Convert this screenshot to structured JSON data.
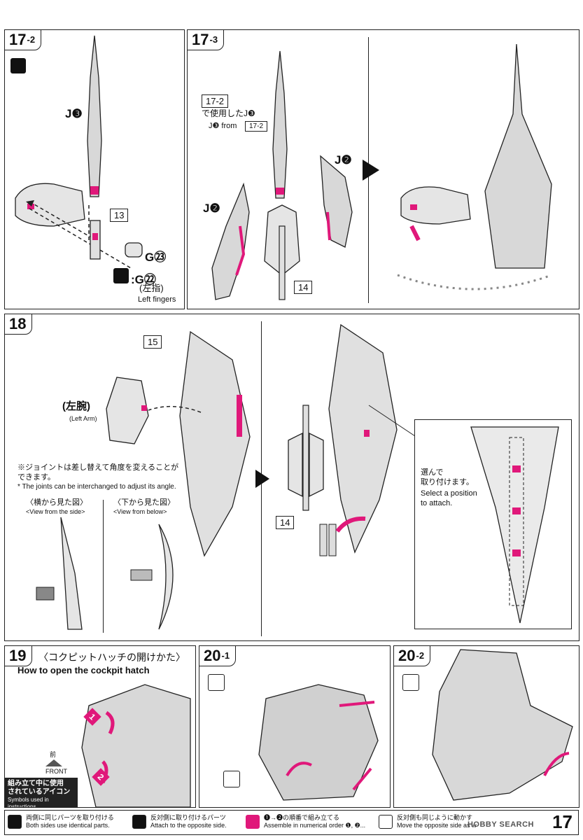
{
  "steps": {
    "s17_2": {
      "num": "17",
      "sub": "-2"
    },
    "s17_3": {
      "num": "17",
      "sub": "-3"
    },
    "s18": {
      "num": "18"
    },
    "s19": {
      "num": "19"
    },
    "s20_1": {
      "num": "20",
      "sub": "-1"
    },
    "s20_2": {
      "num": "20",
      "sub": "-2"
    }
  },
  "panel17_2": {
    "part_j3": "J❸",
    "box13": "13",
    "part_g23": "G㉓",
    "part_g22": ":G㉒",
    "left_finger_jp": "(左指)",
    "left_finger_en": "Left fingers"
  },
  "panel17_3": {
    "ref_box": "17-2",
    "ref_jp": "で使用したJ❸",
    "ref_en": "J❸ from",
    "ref_box2": "17-2",
    "part_j2_left": "J❷",
    "part_j2_right": "J❷",
    "box14": "14"
  },
  "panel18": {
    "box15": "15",
    "left_arm_jp": "(左腕)",
    "left_arm_en": "(Left Arm)",
    "note_jp": "※ジョイントは差し替えて角度を変えることができます。",
    "note_en": "* The joints can be interchanged to adjust its angle.",
    "side_jp": "〈横から見た図〉",
    "side_en": "<View from the side>",
    "below_jp": "〈下から見た図〉",
    "below_en": "<View from below>",
    "box14": "14",
    "select_jp1": "選んで",
    "select_jp2": "取り付けます。",
    "select_en1": "Select a position",
    "select_en2": "to attach."
  },
  "panel19": {
    "title_jp": "〈コクピットハッチの開けかた〉",
    "title_en": "How to open the cockpit hatch",
    "marker1": "1",
    "marker2": "2",
    "front_jp": "前",
    "front_en": "FRONT",
    "icon_label_jp1": "組み立て中に使用",
    "icon_label_jp2": "されているアイコン",
    "icon_label_en": "Symbols used in instructions"
  },
  "legend": {
    "item1_jp": "両側に同じパーツを取り付ける",
    "item1_en": "Both sides use identical parts.",
    "item2_jp": "反対側に取り付けるパーツ",
    "item2_en": "Attach to the opposite side.",
    "item3_jp": "❶→❷の順番で組み立てる",
    "item3_en": "Assemble in numerical order ❶, ❷...",
    "item4_jp": "反対側も同じように動かす",
    "item4_en": "Move the opposite side as w",
    "page_num": "17",
    "watermark": "HOBBY SEARCH"
  },
  "colors": {
    "accent": "#e0187a",
    "ink": "#222222",
    "part_fill": "#d8d8d8"
  }
}
